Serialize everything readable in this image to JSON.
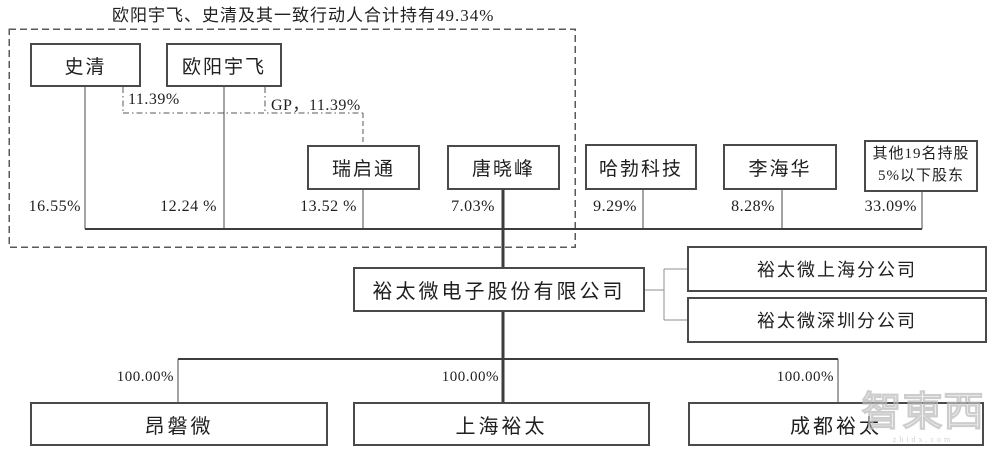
{
  "title": "欧阳宇飞、史清及其一致行动人合计持有49.34%",
  "concert_group": {
    "total_holding": "49.34%",
    "members": [
      {
        "name": "史清",
        "holding": "16.55%"
      },
      {
        "name": "欧阳宇飞",
        "holding": "12.24 %"
      },
      {
        "name": "瑞启通",
        "holding": "13.52 %"
      },
      {
        "name": "唐晓峰",
        "holding": "7.03%"
      }
    ],
    "partnership_links": [
      {
        "from": "史清",
        "to": "瑞启通",
        "label": "11.39%"
      },
      {
        "from": "欧阳宇飞",
        "to": "瑞启通",
        "label": "GP，11.39%"
      }
    ]
  },
  "other_shareholders": [
    {
      "name": "哈勃科技",
      "holding": "9.29%"
    },
    {
      "name": "李海华",
      "holding": "8.28%"
    },
    {
      "name_line1": "其他19名持股",
      "name_line2": "5%以下股东",
      "holding": "33.09%"
    }
  ],
  "company": {
    "name": "裕太微电子股份有限公司"
  },
  "branches": [
    {
      "name": "裕太微上海分公司"
    },
    {
      "name": "裕太微深圳分公司"
    }
  ],
  "subsidiaries": [
    {
      "name": "昂磐微",
      "holding": "100.00%"
    },
    {
      "name": "上海裕太",
      "holding": "100.00%"
    },
    {
      "name": "成都裕太",
      "holding": "100.00%"
    }
  ],
  "watermark": {
    "logo": "智東西",
    "tagline": "zhidx.com"
  },
  "colors": {
    "line": "#4a4a4a",
    "text": "#1f1f1f",
    "connector_light": "#8f8f8f"
  }
}
